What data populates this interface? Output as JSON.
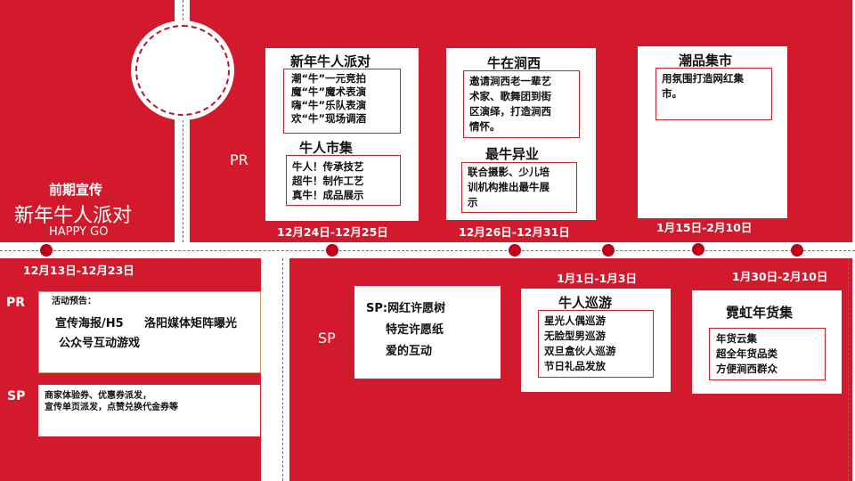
{
  "colors": {
    "brand_red": "#d21a2c",
    "dot_red": "#c00018",
    "border_red": "#c1272d"
  },
  "intro": {
    "subtitle": "前期宣传",
    "title": "新年牛人派对",
    "tagline": "HAPPY GO"
  },
  "labels": {
    "pr_top": "PR",
    "pr_bottom": "PR",
    "sp_left": "SP",
    "sp_right": "SP"
  },
  "dates": {
    "d1": "12月13日-12月23日",
    "d2": "12月24日-12月25日",
    "d3": "12月26日-12月31日",
    "d4": "1月15日-2月10日",
    "d5": "1月1日-1月3日",
    "d6": "1月30日-2月10日"
  },
  "pr_cards": [
    {
      "title": "新年牛人派对",
      "lines": [
        "潮“牛”一元竞拍",
        "魔“牛”魔术表演",
        "嗨“牛”乐队表演",
        "欢“牛”现场调酒"
      ],
      "title2": "牛人市集",
      "lines2": [
        "牛人！传承技艺",
        "超牛！制作工艺",
        "真牛！成品展示"
      ]
    },
    {
      "title": "牛在涧西",
      "lines": [
        "邀请涧西老一辈艺",
        "术家、歌舞团到街",
        "区演绎，打造涧西",
        "情怀。"
      ],
      "title2": "最牛异业",
      "lines2": [
        "联合摄影、少儿培",
        "训机构推出最牛展",
        "示"
      ]
    },
    {
      "title": "潮品集市",
      "lines": [
        "用氛围打造网红集",
        "市。"
      ]
    }
  ],
  "preview": {
    "pr_heading": "活动预告：",
    "pr_line1a": "宣传海报/H5",
    "pr_line1b": "洛阳媒体矩阵曝光",
    "pr_line2": "公众号互动游戏",
    "sp_line1": "商家体验券、优惠券派发，",
    "sp_line2": "宣传单页派发，点赞兑换代金券等"
  },
  "sp_cards": [
    {
      "lines": [
        "SP:网红许愿树",
        "特定许愿纸",
        "爱的互动"
      ]
    },
    {
      "title": "牛人巡游",
      "lines": [
        "星光人偶巡游",
        "无脸型男巡游",
        "双旦盒伙人巡游",
        "节日礼品发放"
      ]
    },
    {
      "title": "霓虹年货集",
      "lines": [
        "年货云集",
        "超全年货品类",
        "方便涧西群众"
      ]
    }
  ]
}
